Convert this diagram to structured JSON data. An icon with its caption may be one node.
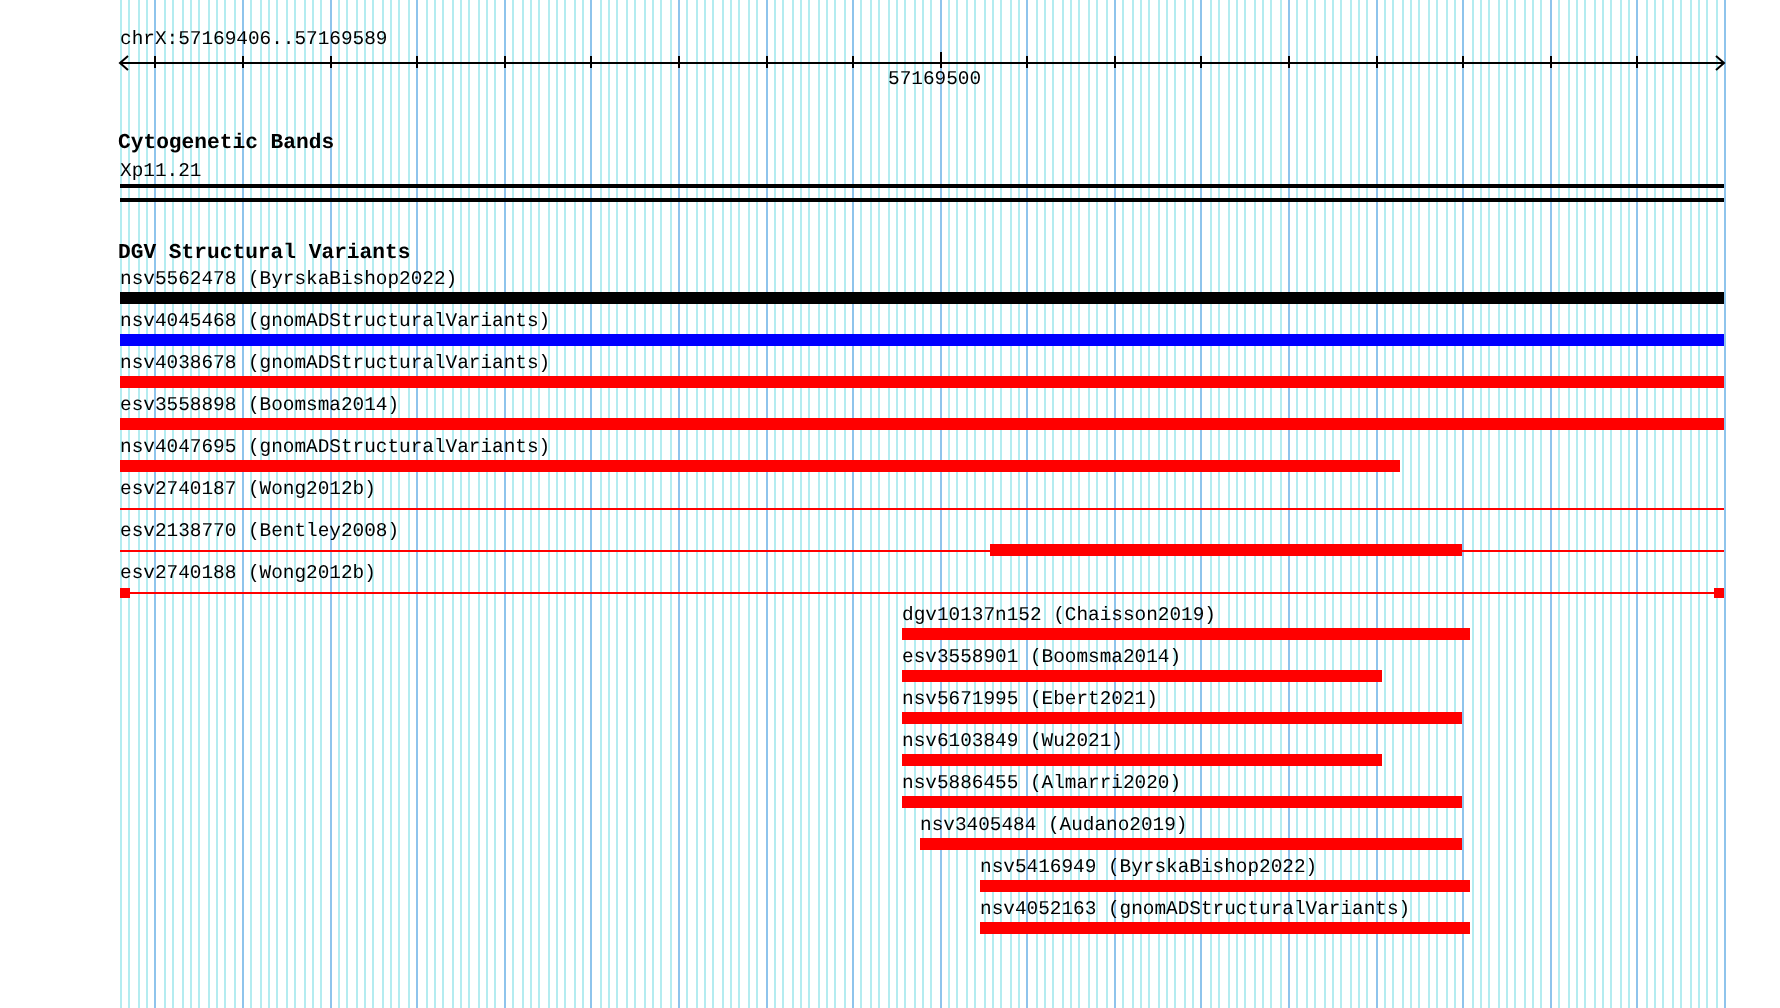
{
  "diagram": {
    "labels": [
      "chrX:57169406..57169589",
      "57169500",
      "Cytogenetic Bands",
      "Xp11.21",
      "DGV Structural Variants",
      "nsv5562478 (ByrskaBishop2022)",
      "nsv4045468 (gnomADStructuralVariants)",
      "nsv4038678 (gnomADStructuralVariants)",
      "esv3558898 (Boomsma2014)",
      "nsv4047695 (gnomADStructuralVariants)",
      "esv2740187 (Wong2012b)",
      "esv2138770 (Bentley2008)",
      "esv2740188 (Wong2012b)",
      "dgv10137n152 (Chaisson2019)",
      "esv3558901 (Boomsma2014)",
      "nsv5671995 (Ebert2021)",
      "nsv6103849 (Wu2021)",
      "nsv5886455 (Almarri2020)",
      "nsv3405484 (Audano2019)",
      "nsv5416949 (ByrskaBishop2022)",
      "nsv4052163 (gnomADStructuralVariants)"
    ]
  }
}
